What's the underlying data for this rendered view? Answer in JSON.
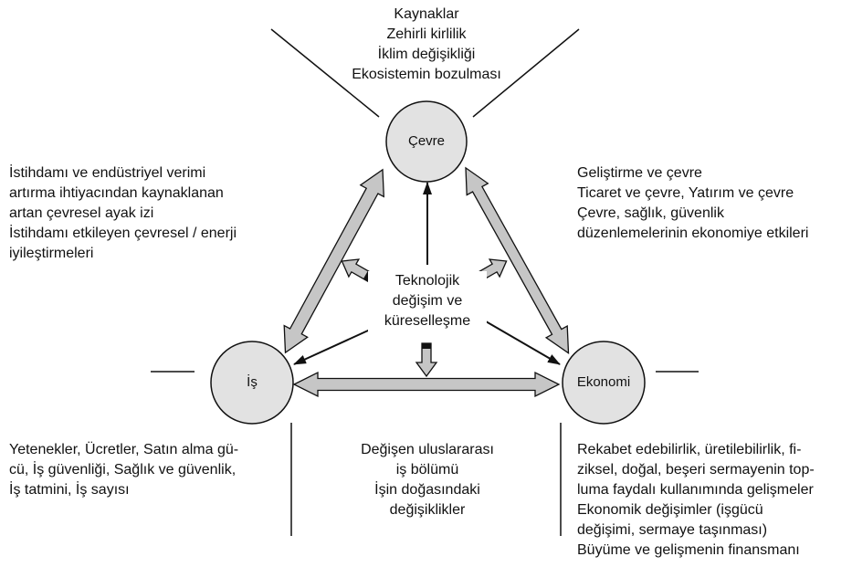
{
  "nodes": {
    "environment": "Çevre",
    "work": "İş",
    "economy": "Ekonomi",
    "center": [
      "Teknolojik",
      "değişim ve",
      "küreselleşme"
    ]
  },
  "texts": {
    "top": [
      "Kaynaklar",
      "Zehirli kirlilik",
      "İklim değişikliği",
      "Ekosistemin bozulması"
    ],
    "left": {
      "group1": [
        "İstihdamı ve endüstriyel verimi",
        "artırma ihtiyacından kaynaklanan",
        "artan çevresel ayak izi"
      ],
      "group2": [
        "İstihdamı etkileyen çevresel / enerji",
        "iyileştirmeleri"
      ]
    },
    "right": {
      "group1": [
        "Geliştirme ve çevre"
      ],
      "group2": [
        "Ticaret ve çevre, Yatırım ve çevre"
      ],
      "group3": [
        "Çevre, sağlık, güvenlik",
        "düzenlemelerinin ekonomiye etkileri"
      ]
    },
    "bottom_left": [
      "Yetenekler, Ücretler, Satın alma gü-",
      "cü, İş güvenliği, Sağlık ve güvenlik,",
      "İş tatmini, İş sayısı"
    ],
    "bottom_center": [
      "Değişen uluslararası",
      "iş bölümü",
      "İşin doğasındaki",
      "değişiklikler"
    ],
    "bottom_right": [
      "Rekabet edebilirlik, üretilebilirlik, fi-",
      "ziksel, doğal, beşeri sermayenin top-",
      "luma faydalı kullanımında gelişmeler",
      "Ekonomik değişimler (işgücü",
      "değişimi, sermaye taşınması)",
      "Büyüme ve gelişmenin finansmanı"
    ]
  },
  "colors": {
    "node_fill": "#e2e2e2",
    "arrow_fill": "#c6c6c6",
    "stroke": "#111111"
  },
  "icons": [
    "double-arrow",
    "arrow",
    "block-arrow"
  ]
}
